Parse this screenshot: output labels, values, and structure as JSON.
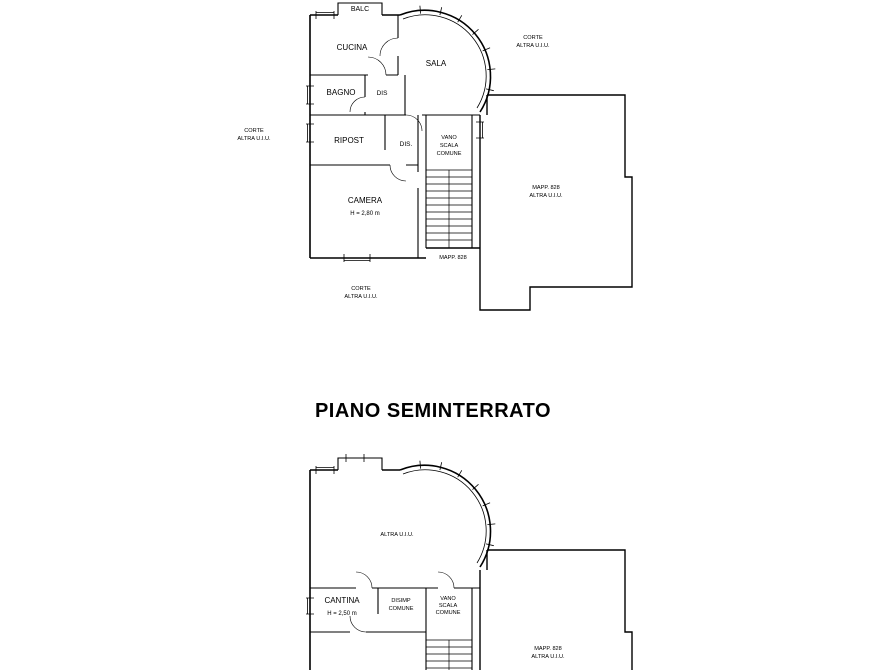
{
  "title": "PIANO SEMINTERRATO",
  "colors": {
    "line": "#000000",
    "background": "#ffffff",
    "text": "#000000"
  },
  "upper_plan": {
    "rooms": {
      "balc": "BALC",
      "cucina": "CUCINA",
      "sala": "SALA",
      "bagno": "BAGNO",
      "dis_1": "DIS",
      "ripost": "RIPOST",
      "dis_2": "DIS.",
      "camera": "CAMERA",
      "camera_height": "H = 2,80 m"
    },
    "stairwell": {
      "l1": "VANO",
      "l2": "SCALA",
      "l3": "COMUNE"
    },
    "annotations": {
      "corte_top_right": {
        "l1": "CORTE",
        "l2": "ALTRA U.I.U."
      },
      "corte_left": {
        "l1": "CORTE",
        "l2": "ALTRA U.I.U."
      },
      "corte_bottom": {
        "l1": "CORTE",
        "l2": "ALTRA U.I.U."
      },
      "mapp_right": {
        "l1": "MAPP. 828",
        "l2": "ALTRA U.I.U."
      },
      "mapp_bottom": "MAPP. 828"
    }
  },
  "lower_plan": {
    "rooms": {
      "cantina": "CANTINA",
      "cantina_height": "H = 2,50 m"
    },
    "disimp": {
      "l1": "DISIMP",
      "l2": "COMUNE"
    },
    "stairwell": {
      "l1": "VANO",
      "l2": "SCALA",
      "l3": "COMUNE"
    },
    "annotations": {
      "altra": "ALTRA U.I.U.",
      "mapp_right": {
        "l1": "MAPP. 828",
        "l2": "ALTRA U.I.U."
      }
    }
  }
}
